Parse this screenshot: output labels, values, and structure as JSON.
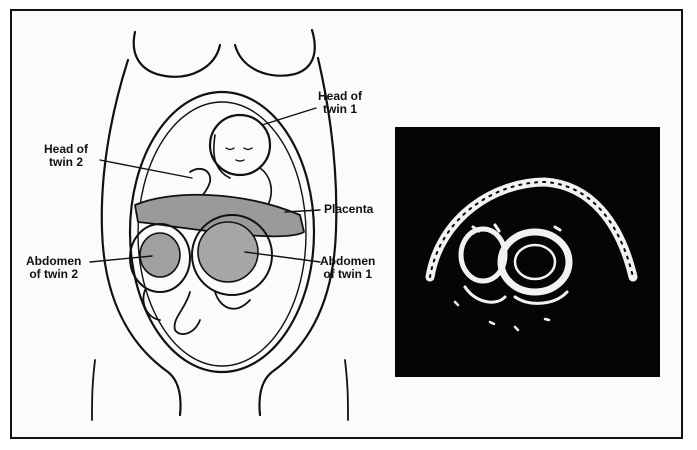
{
  "figure": {
    "labels": {
      "head_twin_1": [
        "Head of",
        "twin 1"
      ],
      "head_twin_2": [
        "Head of",
        "twin 2"
      ],
      "placenta": "Placenta",
      "abdomen_twin_2": [
        "Abdomen",
        "of twin 2"
      ],
      "abdomen_twin_1": [
        "Abdomen",
        "of twin 1"
      ]
    },
    "colors": {
      "ink": "#111111",
      "background": "#fbfbfb",
      "ultrasound_bg": "#050505",
      "ultrasound_echo": "#f2f2f2"
    }
  }
}
